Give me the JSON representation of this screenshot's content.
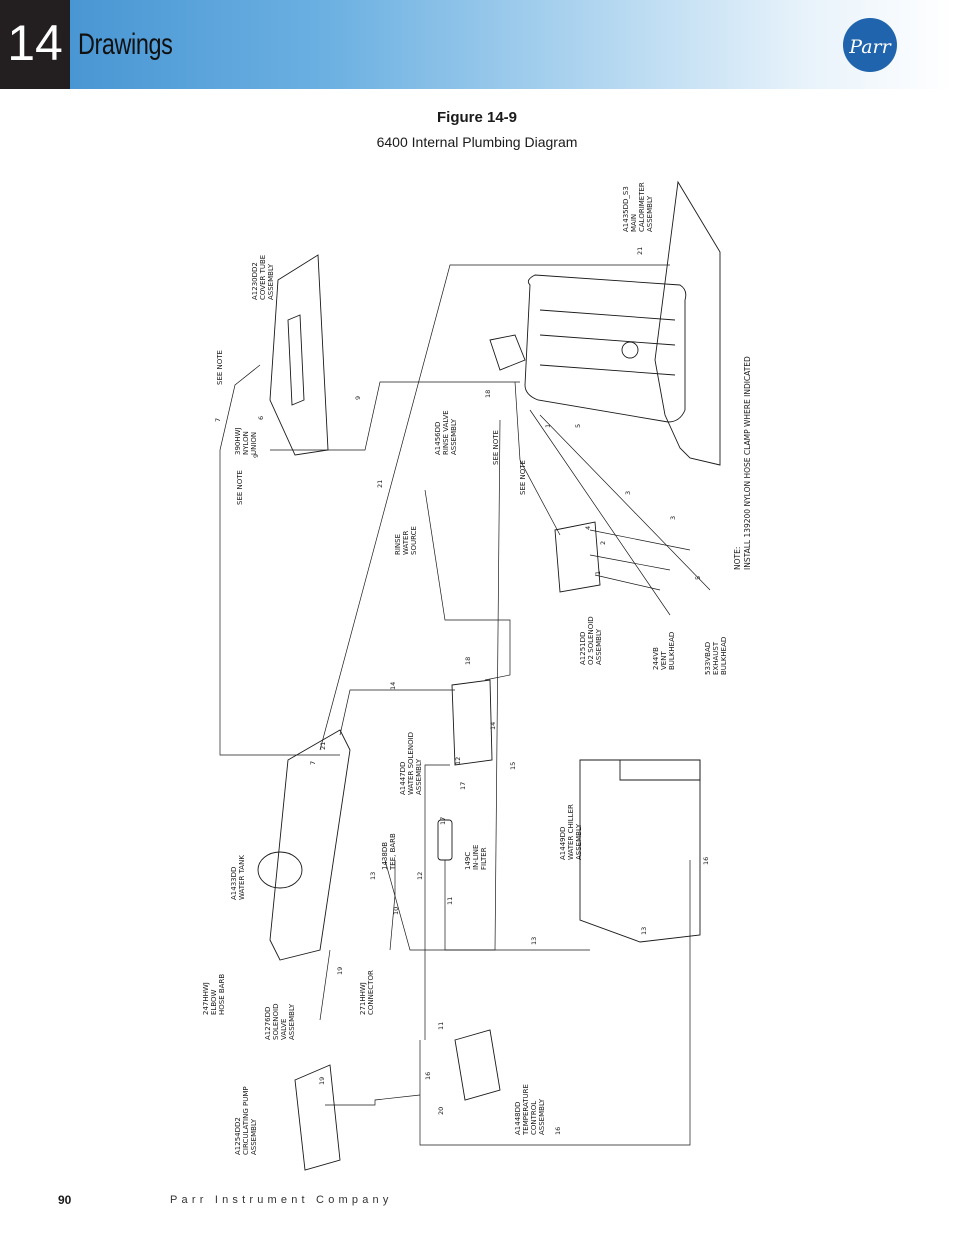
{
  "header": {
    "chapter_number": "14",
    "chapter_title": "Drawings",
    "logo_text": "Parr"
  },
  "figure": {
    "label": "Figure 14-9",
    "caption": "6400 Internal Plumbing Diagram"
  },
  "diagram": {
    "components": [
      {
        "id": "a1435dd",
        "lines": [
          "A1435DD_S3",
          "MAIN",
          "CALORIMETER",
          "ASSEMBLY"
        ]
      },
      {
        "id": "a1230dd2",
        "lines": [
          "A1230DD2",
          "COVER TUBE",
          "ASSEMBLY"
        ]
      },
      {
        "id": "see-note-top",
        "lines": [
          "SEE NOTE"
        ]
      },
      {
        "id": "nylon-union",
        "lines": [
          "390HWJ",
          "NYLON",
          "UNION"
        ]
      },
      {
        "id": "see-note-left",
        "lines": [
          "SEE NOTE"
        ]
      },
      {
        "id": "a1456dd",
        "lines": [
          "A1456DD",
          "RINSE VALVE",
          "ASSEMBLY"
        ]
      },
      {
        "id": "rinse-source",
        "lines": [
          "RINSE",
          "WATER",
          "SOURCE"
        ]
      },
      {
        "id": "see-note-mid1",
        "lines": [
          "SEE NOTE"
        ]
      },
      {
        "id": "see-note-mid2",
        "lines": [
          "SEE NOTE"
        ]
      },
      {
        "id": "note",
        "lines": [
          "NOTE:",
          "INSTALL 139200 NYLON HOSE CLAMP WHERE INDICATED"
        ]
      },
      {
        "id": "a1251dd",
        "lines": [
          "A1251DD",
          "O2 SOLENOID",
          "ASSEMBLY"
        ]
      },
      {
        "id": "vent-bulkhead",
        "lines": [
          "244VB",
          "VENT",
          "BULKHEAD"
        ]
      },
      {
        "id": "exhaust-bulkhead",
        "lines": [
          "533VBAD",
          "EXHAUST",
          "BULKHEAD"
        ]
      },
      {
        "id": "a1447dd",
        "lines": [
          "A1447DD",
          "WATER SOLENOID",
          "ASSEMBLY"
        ]
      },
      {
        "id": "in-line-filter",
        "lines": [
          "149C",
          "IN-LINE",
          "FILTER"
        ]
      },
      {
        "id": "tee-barb",
        "lines": [
          "1438DB",
          "TEE, BARB"
        ]
      },
      {
        "id": "a1433dd",
        "lines": [
          "A1433DD",
          "WATER TANK"
        ]
      },
      {
        "id": "a1449dd",
        "lines": [
          "A1449DD",
          "WATER CHILLER",
          "ASSEMBLY"
        ]
      },
      {
        "id": "elbow-barb",
        "lines": [
          "247HHWJ",
          "ELBOW",
          "HOSE BARB"
        ]
      },
      {
        "id": "a1276dd",
        "lines": [
          "A1276DD",
          "SOLENOID",
          "VALVE",
          "ASSEMBLY"
        ]
      },
      {
        "id": "connector",
        "lines": [
          "271HHWJ",
          "CONNECTOR"
        ]
      },
      {
        "id": "a1254dd2",
        "lines": [
          "A1254DD2",
          "CIRCULATING PUMP",
          "ASSEMBLY"
        ]
      },
      {
        "id": "a1448dd",
        "lines": [
          "A1448DD",
          "TEMPERATURE",
          "CONTROL",
          "ASSEMBLY"
        ]
      }
    ],
    "line_numbers": [
      "1",
      "2",
      "3",
      "4",
      "5",
      "6",
      "7",
      "8",
      "9",
      "10",
      "11",
      "12",
      "13",
      "14",
      "15",
      "16",
      "17",
      "18",
      "19",
      "20",
      "21"
    ]
  },
  "footer": {
    "page_number": "90",
    "company": "Parr Instrument Company"
  }
}
